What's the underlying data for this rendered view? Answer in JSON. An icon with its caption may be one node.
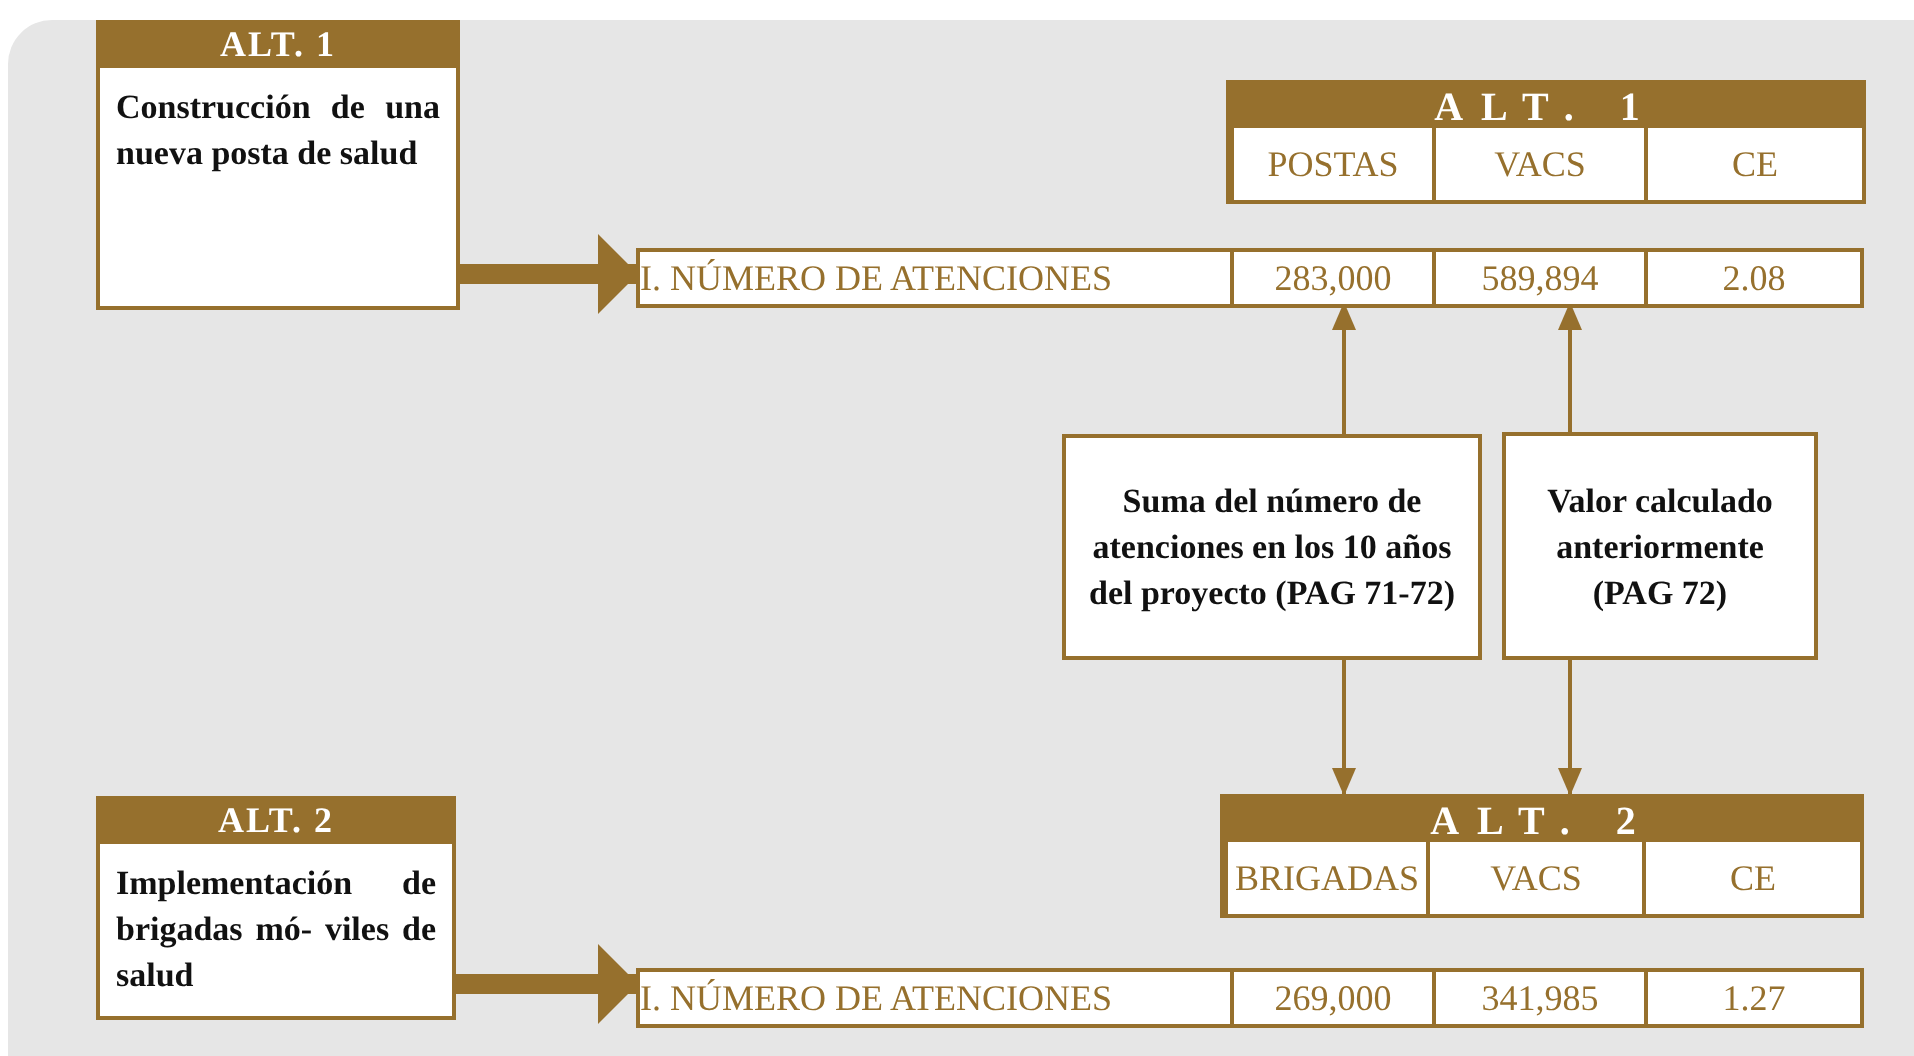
{
  "diagram": {
    "nodes": [
      {
        "text": [
          "ALT. 1",
          "Construcción de una nueva posta de salud"
        ]
      },
      {
        "text": [
          "ALT. 1"
        ]
      },
      {
        "text": [
          "POSTAS"
        ],
        "in": 1
      },
      {
        "text": [
          "VACS"
        ],
        "in": 1
      },
      {
        "text": [
          "CE"
        ],
        "in": 1
      },
      {
        "text": [
          "I. NÚMERO DE ATENCIONES"
        ]
      },
      {
        "text": [
          "283,000"
        ],
        "in": 5
      },
      {
        "text": [
          "589,894"
        ],
        "in": 5
      },
      {
        "text": [
          "2.08"
        ],
        "in": 5
      },
      {
        "text": [
          "Suma del número de atenciones en  los 10 años del proyecto (PAG 71-72)"
        ]
      },
      {
        "text": [
          "Valor calculado anteriormente (PAG 72)"
        ]
      },
      {
        "text": [
          "ALT. 2",
          "Implementación de brigadas mó- viles de salud"
        ]
      },
      {
        "text": [
          "ALT. 2"
        ]
      },
      {
        "text": [
          "BRIGADAS"
        ],
        "in": 12
      },
      {
        "text": [
          "VACS"
        ],
        "in": 12
      },
      {
        "text": [
          "CE"
        ],
        "in": 12
      },
      {
        "text": [
          "I. NÚMERO DE ATENCIONES"
        ]
      },
      {
        "text": [
          "269,000"
        ],
        "in": 16
      },
      {
        "text": [
          "341,985"
        ],
        "in": 16
      },
      {
        "text": [
          "1.27"
        ],
        "in": 16
      }
    ],
    "edges": [
      {
        "from": 0,
        "to": 5,
        "arrow": "to",
        "style": "thick"
      },
      {
        "from": 9,
        "to": 6,
        "arrow": "to"
      },
      {
        "from": 10,
        "to": 7,
        "arrow": "to"
      },
      {
        "from": 9,
        "to": 12,
        "arrow": "to"
      },
      {
        "from": 10,
        "to": 12,
        "arrow": "to"
      },
      {
        "from": 11,
        "to": 16,
        "arrow": "to",
        "style": "thick"
      }
    ]
  }
}
